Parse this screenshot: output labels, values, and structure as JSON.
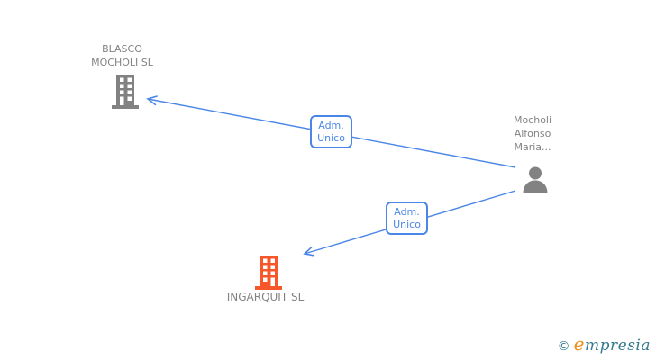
{
  "diagram": {
    "nodes": {
      "blasco": {
        "name_line1": "BLASCO",
        "name_line2": "MOCHOLI SL",
        "icon": "building-icon",
        "color": "#828282"
      },
      "person": {
        "name_line1": "Mocholi",
        "name_line2": "Alfonso",
        "name_line3": "Maria...",
        "icon": "person-icon",
        "color": "#828282"
      },
      "ingarquit": {
        "name": "INGARQUIT SL",
        "icon": "building-icon",
        "color": "#f7582b"
      }
    },
    "edges": [
      {
        "from": "Mocholi Alfonso Maria...",
        "to": "BLASCO MOCHOLI SL",
        "label_line1": "Adm.",
        "label_line2": "Unico"
      },
      {
        "from": "Mocholi Alfonso Maria...",
        "to": "INGARQUIT SL",
        "label_line1": "Adm.",
        "label_line2": "Unico"
      }
    ]
  },
  "colors": {
    "edge_blue": "#4a86e8",
    "node_gray": "#828282",
    "node_orange": "#f7582b",
    "label_gray": "#838383",
    "brand_teal": "#337a8c",
    "brand_orange": "#ef8e1b",
    "background": "#ffffff"
  },
  "watermark": {
    "copyright_symbol": "©",
    "brand_e": "e",
    "brand_rest": "mpresia"
  }
}
